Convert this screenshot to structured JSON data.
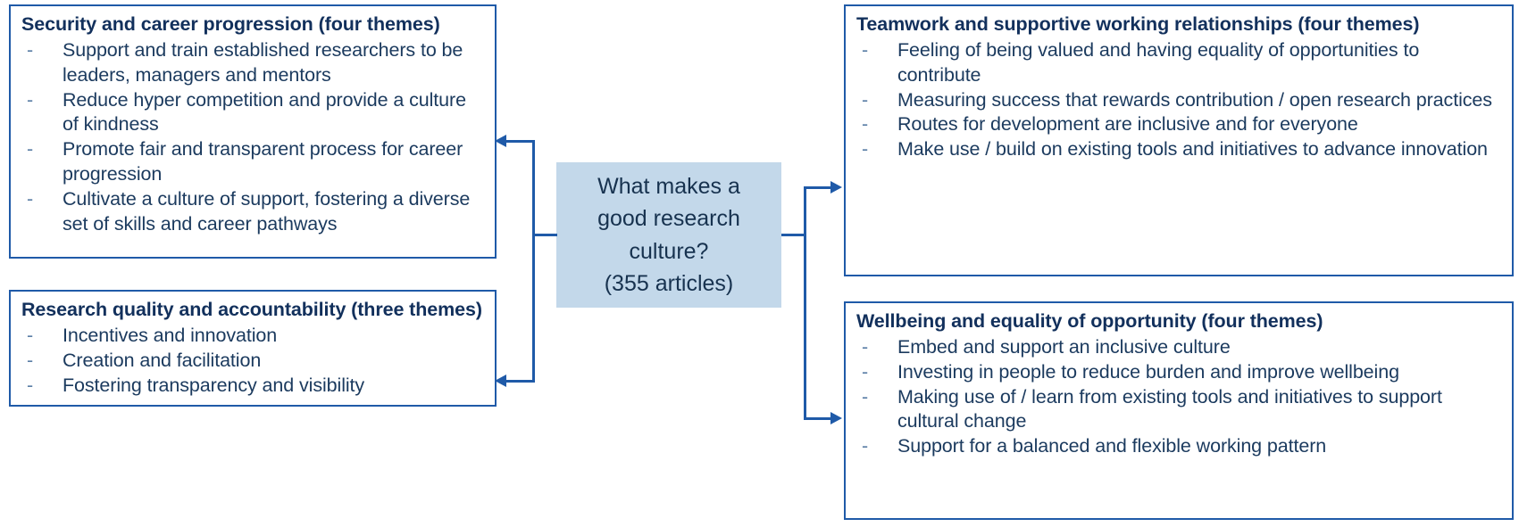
{
  "diagram": {
    "center": {
      "label": "What makes a good research culture? (355 articles)",
      "lines": [
        "What makes a",
        "good research",
        "culture?",
        "(355 articles)"
      ],
      "fill_color": "#c3d8ea",
      "text_color": "#17324f"
    },
    "accent_color": "#1f5aa8",
    "text_color": "#1b3a5e",
    "title_color": "#12305c",
    "boxes": [
      {
        "id": "security-and-career-progression",
        "title": "Security and career progression (four themes)",
        "bullet_marker": "-",
        "bullets": [
          "Support and train established researchers to be leaders, managers and mentors",
          "Reduce hyper competition and provide a culture of kindness",
          "Promote fair and transparent process for career progression",
          "Cultivate a culture of support, fostering a diverse set of skills and career pathways"
        ]
      },
      {
        "id": "research-quality-and-accountability",
        "title": "Research quality and accountability (three themes)",
        "bullet_marker": "-",
        "bullets": [
          "Incentives and innovation",
          "Creation and facilitation",
          "Fostering transparency and visibility"
        ]
      },
      {
        "id": "teamwork-and-supportive-working-relationships",
        "title": "Teamwork and supportive working relationships (four themes)",
        "bullet_marker": "-",
        "bullets": [
          "Feeling of being valued and having equality of opportunities to contribute",
          "Measuring success that rewards contribution / open research practices",
          "Routes for development are inclusive and for everyone",
          "Make use / build on existing tools and initiatives to advance innovation"
        ]
      },
      {
        "id": "wellbeing-and-equality-of-opportunity",
        "title": "Wellbeing and equality of opportunity (four themes)",
        "bullet_marker": "-",
        "bullets": [
          "Embed and support an inclusive culture",
          "Investing in people to reduce burden and improve wellbeing",
          "Making use of / learn from existing tools and initiatives to support cultural change",
          "Support for a balanced and flexible working pattern"
        ]
      }
    ]
  }
}
